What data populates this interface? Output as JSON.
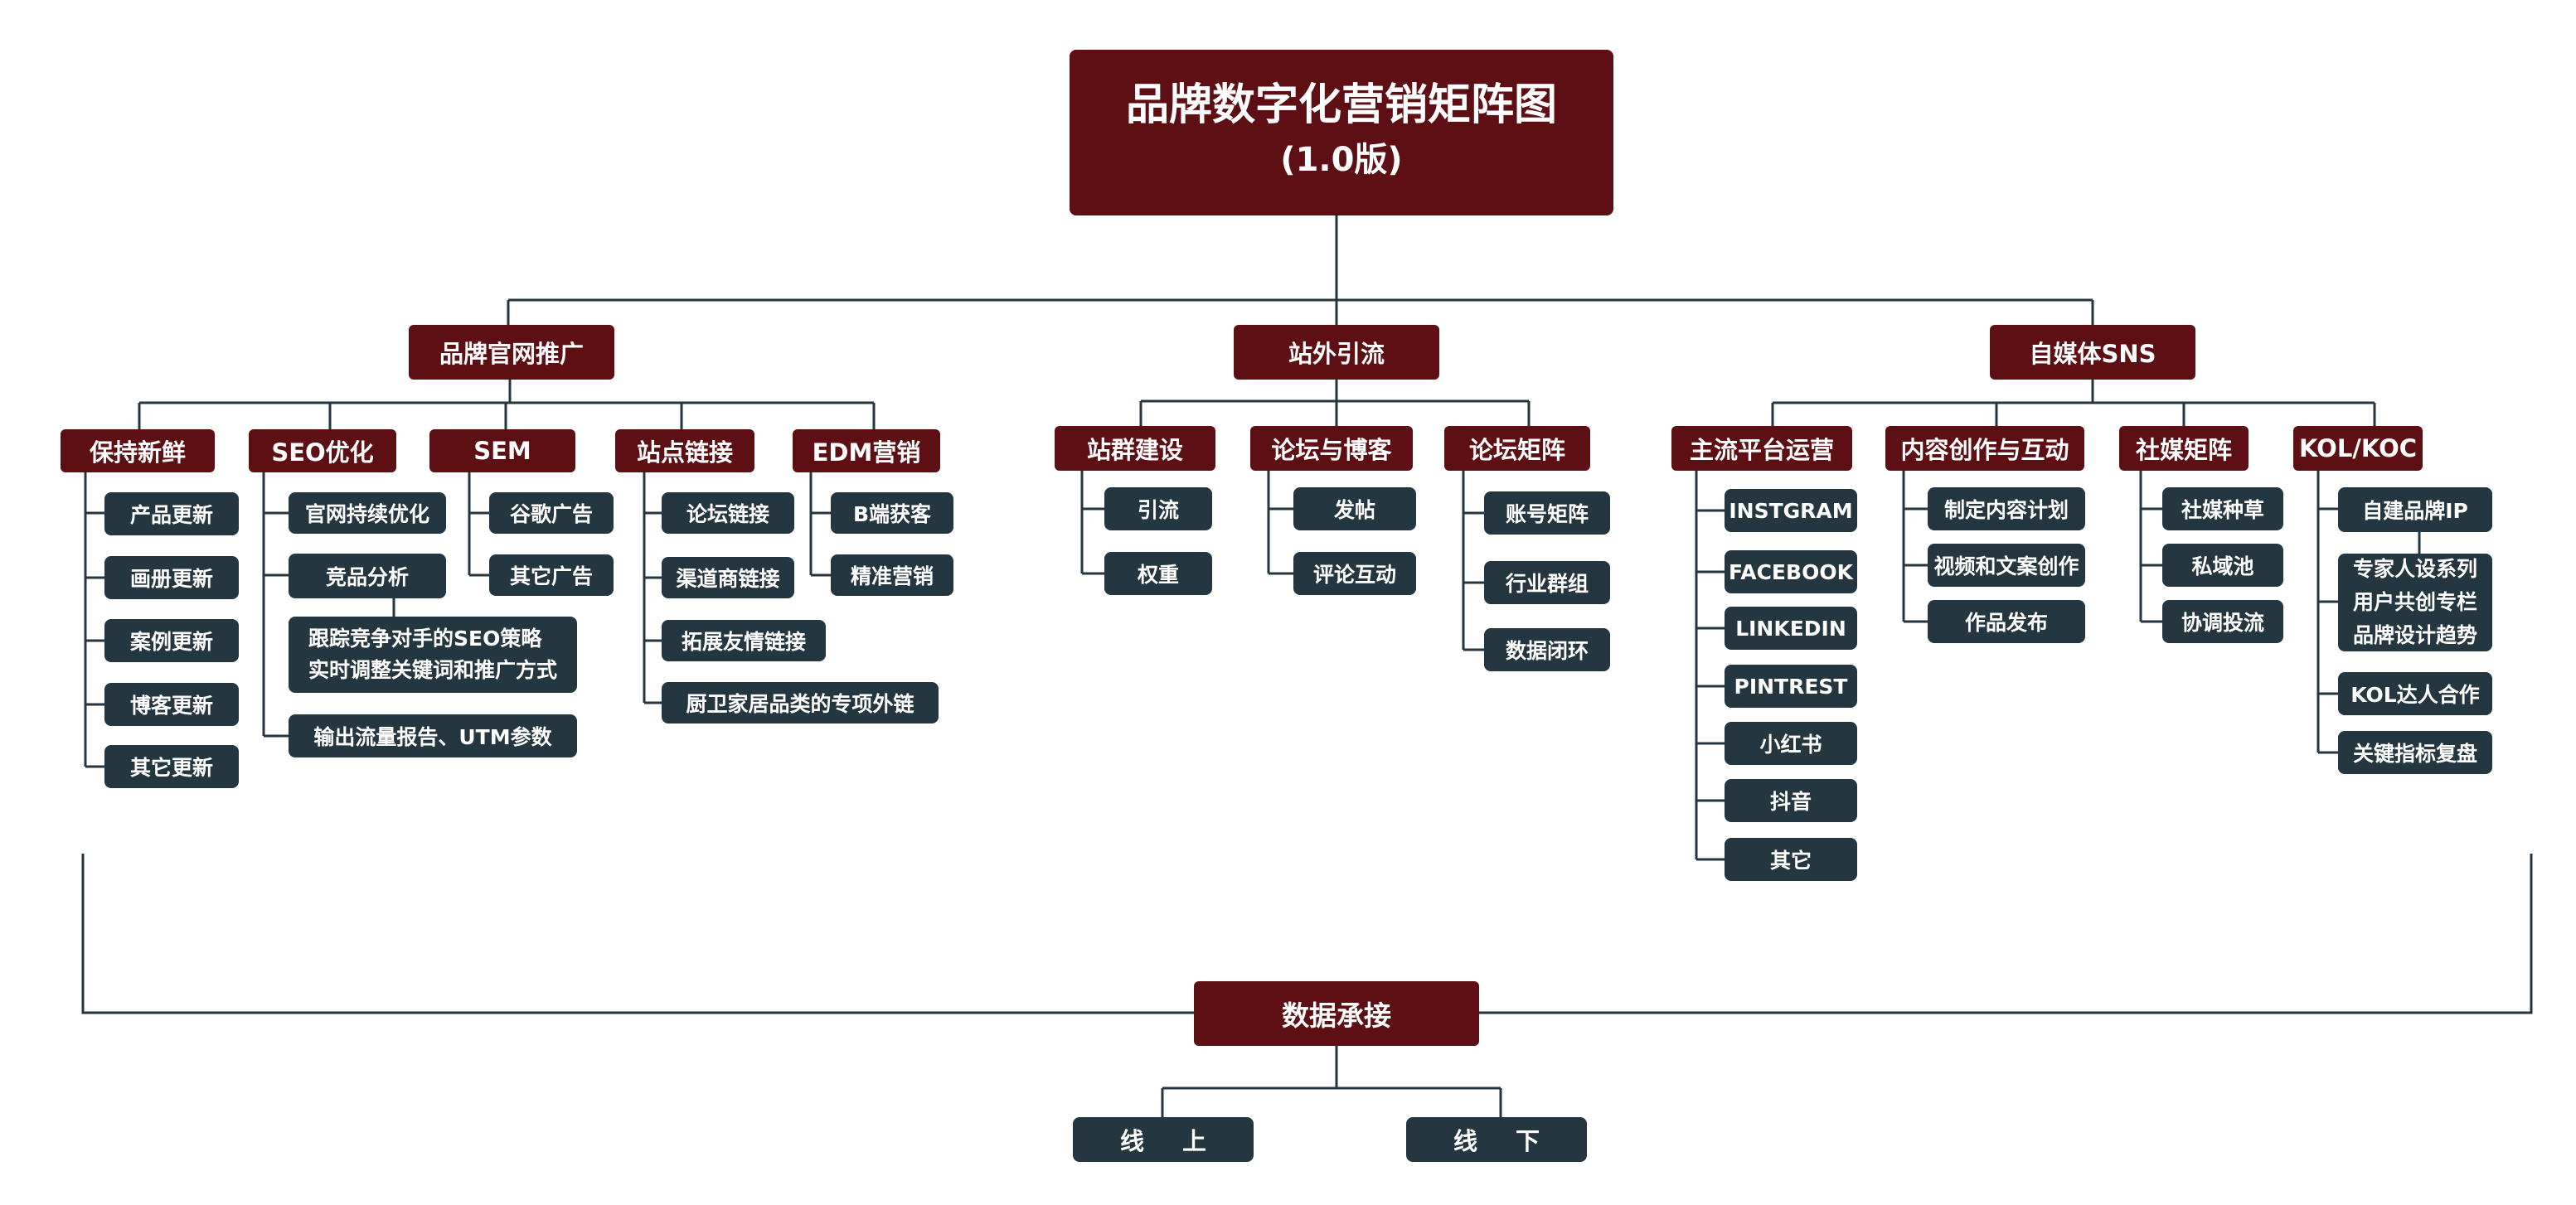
{
  "title": {
    "line1": "品牌数字化营销矩阵图",
    "line2": "(1.0版)"
  },
  "categories": {
    "website": {
      "label": "品牌官网推广",
      "keep_fresh": {
        "label": "保持新鲜",
        "items": [
          "产品更新",
          "画册更新",
          "案例更新",
          "博客更新",
          "其它更新"
        ]
      },
      "seo": {
        "label": "SEO优化",
        "items": [
          "官网持续优化",
          "竞品分析"
        ],
        "note": [
          "跟踪竞争对手的SEO策略",
          "实时调整关键词和推广方式"
        ],
        "report": "输出流量报告、UTM参数"
      },
      "sem": {
        "label": "SEM",
        "items": [
          "谷歌广告",
          "其它广告"
        ]
      },
      "site_links": {
        "label": "站点链接",
        "items": [
          "论坛链接",
          "渠道商链接",
          "拓展友情链接",
          "厨卫家居品类的专项外链"
        ]
      },
      "edm": {
        "label": "EDM营销",
        "items": [
          "B端获客",
          "精准营销"
        ]
      }
    },
    "offsite": {
      "label": "站外引流",
      "site_group": {
        "label": "站群建设",
        "items": [
          "引流",
          "权重"
        ]
      },
      "forum_blog": {
        "label": "论坛与博客",
        "items": [
          "发帖",
          "评论互动"
        ]
      },
      "forum_matrix": {
        "label": "论坛矩阵",
        "items": [
          "账号矩阵",
          "行业群组",
          "数据闭环"
        ]
      }
    },
    "sns": {
      "label": "自媒体SNS",
      "platforms": {
        "label": "主流平台运营",
        "items": [
          "INSTGRAM",
          "FACEBOOK",
          "LINKEDIN",
          "PINTREST",
          "小红书",
          "抖音",
          "其它"
        ]
      },
      "content": {
        "label": "内容创作与互动",
        "items": [
          "制定内容计划",
          "视频和文案创作",
          "作品发布"
        ]
      },
      "social_matrix": {
        "label": "社媒矩阵",
        "items": [
          "社媒种草",
          "私域池",
          "协调投流"
        ]
      },
      "kol": {
        "label": "KOL/KOC",
        "items": [
          "自建品牌IP"
        ],
        "group": [
          "专家人设系列",
          "用户共创专栏",
          "品牌设计趋势"
        ],
        "items2": [
          "KOL达人合作",
          "关键指标复盘"
        ]
      }
    }
  },
  "data_link": {
    "label": "数据承接",
    "online": "线 上",
    "offline": "线 下"
  },
  "colors": {
    "primary": "#5e0f13",
    "secondary": "#243640",
    "line": "#243640"
  }
}
